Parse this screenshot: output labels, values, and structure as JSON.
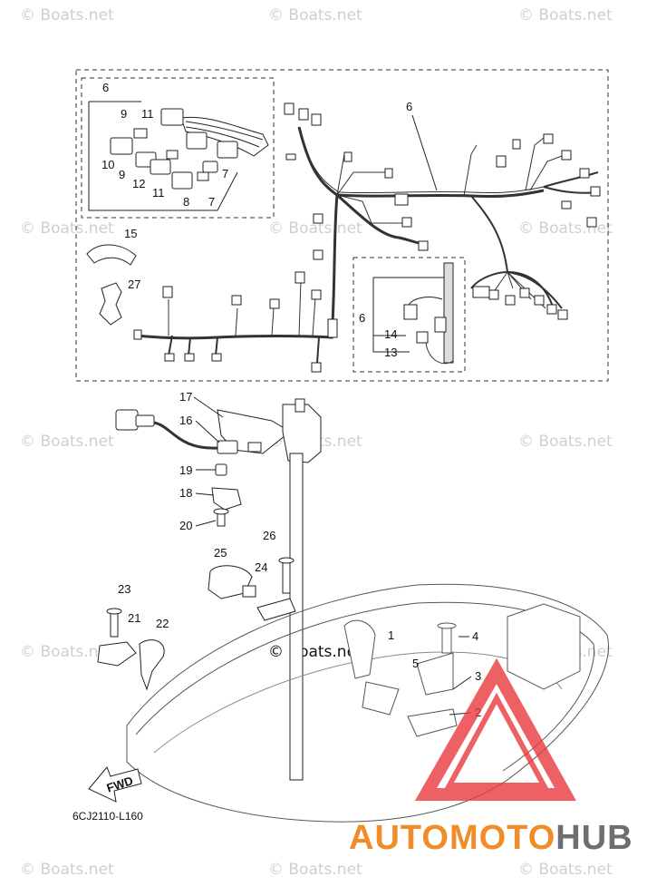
{
  "watermark": {
    "text": "© Boats.net",
    "center_text": "© Boats.net"
  },
  "diagram_code": "6CJ2110-L160",
  "fwd_label": "FWD",
  "brand": {
    "part1": "AUTOMOTO",
    "part2": "HUB",
    "color1": "#f28c28",
    "color2": "#6d6e71",
    "triangle_color": "#e8383d"
  },
  "callouts": {
    "n1": "1",
    "n2": "2",
    "n3": "3",
    "n4": "4",
    "n5": "5",
    "n6a": "6",
    "n6b": "6",
    "n6c": "6",
    "n7a": "7",
    "n7b": "7",
    "n8": "8",
    "n9a": "9",
    "n9b": "9",
    "n10": "10",
    "n11a": "11",
    "n11b": "11",
    "n12": "12",
    "n13": "13",
    "n14": "14",
    "n15": "15",
    "n16": "16",
    "n17": "17",
    "n18": "18",
    "n19": "19",
    "n20": "20",
    "n21": "21",
    "n22": "22",
    "n23": "23",
    "n24": "24",
    "n25": "25",
    "n26": "26",
    "n27": "27"
  }
}
